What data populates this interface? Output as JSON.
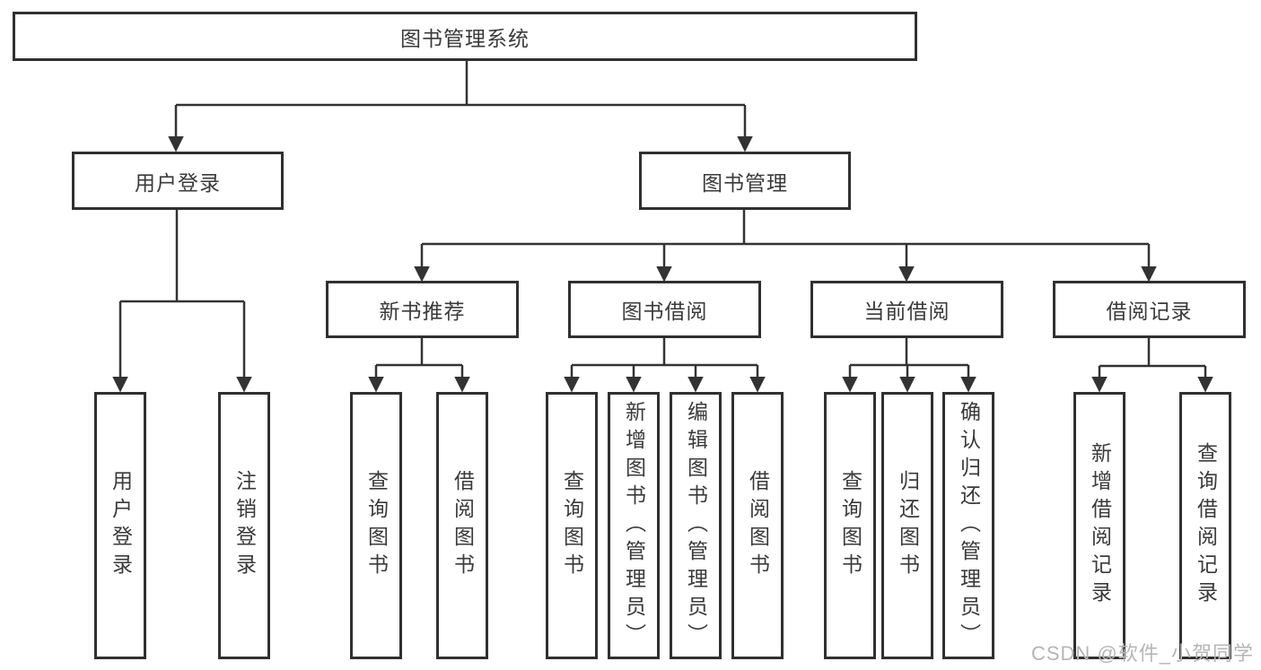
{
  "diagram": {
    "root": "图书管理系统",
    "branches": [
      {
        "label": "用户登录",
        "children": [
          "用户登录",
          "注销登录"
        ]
      },
      {
        "label": "图书管理",
        "children": [
          {
            "label": "新书推荐",
            "children": [
              "查询图书",
              "借阅图书"
            ]
          },
          {
            "label": "图书借阅",
            "children": [
              "查询图书",
              "新增图书（管理员）",
              "编辑图书（管理员）",
              "借阅图书"
            ]
          },
          {
            "label": "当前借阅",
            "children": [
              "查询图书",
              "归还图书",
              "确认归还（管理员）"
            ]
          },
          {
            "label": "借阅记录",
            "children": [
              "新增借阅记录",
              "查询借阅记录"
            ]
          }
        ]
      }
    ]
  },
  "watermark": "CSDN @软件_小贺同学",
  "colors": {
    "line": "#333333",
    "box_border": "#303030",
    "text": "#3a3a3a",
    "watermark": "#b5b5b5",
    "background": "#ffffff"
  }
}
